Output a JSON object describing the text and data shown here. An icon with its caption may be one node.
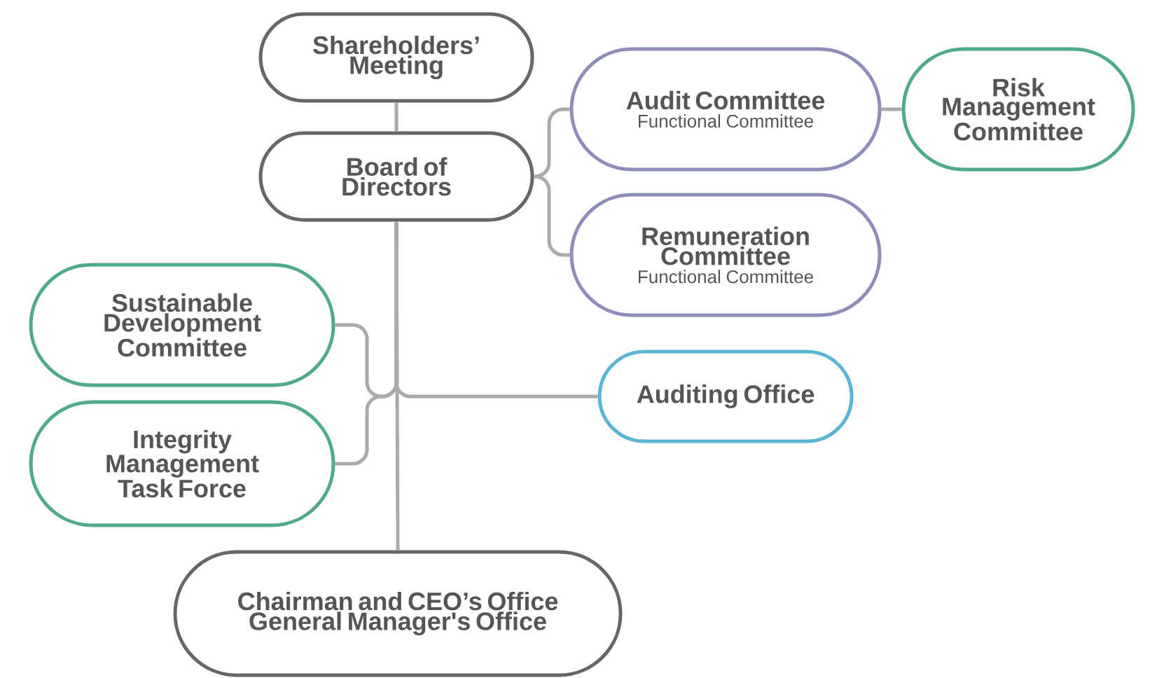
{
  "diagram": {
    "nodes": [
      {
        "text": [
          "Shareholders’ Meeting"
        ]
      },
      {
        "text": [
          "Board of Directors"
        ]
      },
      {
        "text": [
          "Audit Committee",
          "Functional Committee"
        ]
      },
      {
        "text": [
          "Remuneration Committee",
          "Functional Committee"
        ]
      },
      {
        "text": [
          "Risk Management Committee"
        ]
      },
      {
        "text": [
          "Sustainable Development Committee"
        ]
      },
      {
        "text": [
          "Integrity Management Task Force"
        ]
      },
      {
        "text": [
          "Auditing Office"
        ]
      },
      {
        "text": [
          "Chairman and CEO’s Office General Manager's Office"
        ]
      }
    ],
    "edges": [
      {
        "from": 0,
        "to": 1,
        "arrow": "none"
      },
      {
        "from": 1,
        "to": 2,
        "arrow": "none"
      },
      {
        "from": 1,
        "to": 3,
        "arrow": "none"
      },
      {
        "from": 2,
        "to": 4,
        "arrow": "none"
      },
      {
        "from": 1,
        "to": 8,
        "arrow": "none"
      },
      {
        "from": 1,
        "to": 7,
        "arrow": "none"
      },
      {
        "from": 1,
        "to": 5,
        "arrow": "none"
      },
      {
        "from": 1,
        "to": 6,
        "arrow": "none"
      }
    ]
  }
}
